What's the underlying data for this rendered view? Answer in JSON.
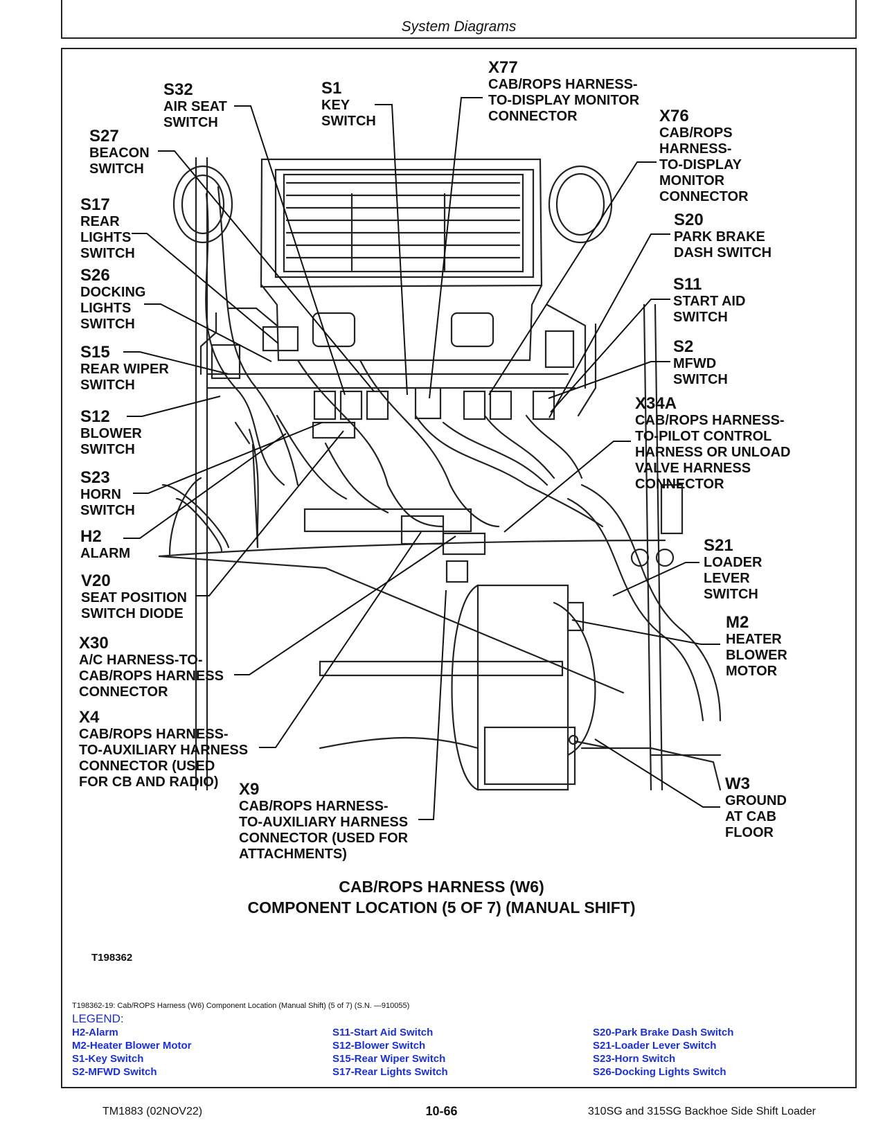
{
  "header": {
    "section_title": "System Diagrams"
  },
  "callouts": [
    {
      "id": "s32",
      "code": "S32",
      "desc": "AIR SEAT\nSWITCH"
    },
    {
      "id": "s1",
      "code": "S1",
      "desc": "KEY\nSWITCH"
    },
    {
      "id": "x77",
      "code": "X77",
      "desc": "CAB/ROPS HARNESS-\nTO-DISPLAY MONITOR\nCONNECTOR"
    },
    {
      "id": "x76",
      "code": "X76",
      "desc": "CAB/ROPS\nHARNESS-\nTO-DISPLAY\nMONITOR\nCONNECTOR"
    },
    {
      "id": "s27",
      "code": "S27",
      "desc": "BEACON\nSWITCH"
    },
    {
      "id": "s17",
      "code": "S17",
      "desc": "REAR\nLIGHTS\nSWITCH"
    },
    {
      "id": "s20",
      "code": "S20",
      "desc": "PARK BRAKE\nDASH SWITCH"
    },
    {
      "id": "s26",
      "code": "S26",
      "desc": "DOCKING\nLIGHTS\nSWITCH"
    },
    {
      "id": "s11",
      "code": "S11",
      "desc": "START AID\nSWITCH"
    },
    {
      "id": "s15",
      "code": "S15",
      "desc": "REAR WIPER\nSWITCH"
    },
    {
      "id": "s2",
      "code": "S2",
      "desc": "MFWD\nSWITCH"
    },
    {
      "id": "s12",
      "code": "S12",
      "desc": "BLOWER\nSWITCH"
    },
    {
      "id": "x34a",
      "code": "X34A",
      "desc": "CAB/ROPS HARNESS-\nTO-PILOT CONTROL\nHARNESS OR UNLOAD\nVALVE HARNESS\nCONNECTOR"
    },
    {
      "id": "s23",
      "code": "S23",
      "desc": "HORN\nSWITCH"
    },
    {
      "id": "h2",
      "code": "H2",
      "desc": "ALARM"
    },
    {
      "id": "s21",
      "code": "S21",
      "desc": "LOADER\nLEVER\nSWITCH"
    },
    {
      "id": "v20",
      "code": "V20",
      "desc": "SEAT POSITION\nSWITCH DIODE"
    },
    {
      "id": "m2",
      "code": "M2",
      "desc": "HEATER\nBLOWER\nMOTOR"
    },
    {
      "id": "x30",
      "code": "X30",
      "desc": "A/C HARNESS-TO-\nCAB/ROPS HARNESS\nCONNECTOR"
    },
    {
      "id": "x4",
      "code": "X4",
      "desc": "CAB/ROPS HARNESS-\nTO-AUXILIARY HARNESS\nCONNECTOR (USED\nFOR CB AND RADIO)"
    },
    {
      "id": "x9",
      "code": "X9",
      "desc": "CAB/ROPS HARNESS-\nTO-AUXILIARY HARNESS\nCONNECTOR (USED FOR\nATTACHMENTS)"
    },
    {
      "id": "w3",
      "code": "W3",
      "desc": "GROUND\nAT CAB\nFLOOR"
    }
  ],
  "caption": {
    "line1": "CAB/ROPS HARNESS (W6)",
    "line2": "COMPONENT LOCATION (5 OF 7) (MANUAL SHIFT)"
  },
  "figure_id": "T198362",
  "figure_ref": "T198362-19: Cab/ROPS Harness (W6) Component Location (Manual Shift) (5 of 7) (S.N. —910055)",
  "legend": {
    "title": "LEGEND:",
    "items": [
      "H2-Alarm",
      "M2-Heater Blower Motor",
      "S1-Key Switch",
      "S2-MFWD Switch",
      "S11-Start Aid Switch",
      "S12-Blower Switch",
      "S15-Rear Wiper Switch",
      "S17-Rear Lights Switch",
      "S20-Park Brake Dash Switch",
      "S21-Loader Lever Switch",
      "S23-Horn Switch",
      "S26-Docking Lights Switch"
    ]
  },
  "footer": {
    "left": "TM1883 (02NOV22)",
    "center": "10-66",
    "right": "310SG and 315SG Backhoe Side Shift Loader"
  }
}
